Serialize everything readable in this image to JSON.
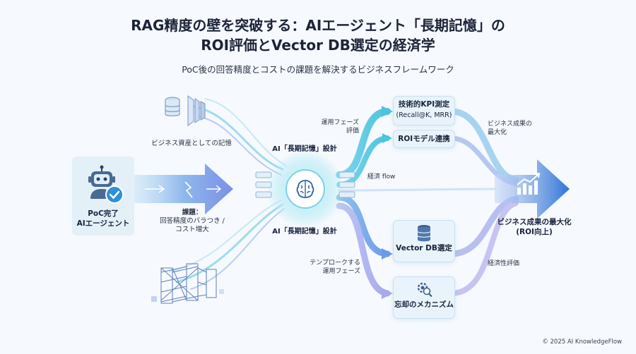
{
  "title_line1": "RAG精度の壁を突破する：AIエージェント「長期記憶」の",
  "title_line2": "ROI評価とVector DB選定の経済学",
  "subtitle": "PoC後の回答精度とコストの課題を解決するビジネスフレームワーク",
  "left": {
    "agent_line1": "PoC完了",
    "agent_line2": "AIエージェント",
    "issue_line1": "課題：",
    "issue_line2": "回答精度のバラつき /",
    "issue_line3": "コスト増大",
    "asset_label": "ビジネス資産としての記憶"
  },
  "center": {
    "design_top": "AI「長期記憶」設計",
    "design_bottom": "AI「長期記憶」設計"
  },
  "flows": {
    "ops_eval_line1": "運用フェーズ",
    "ops_eval_line2": "評価",
    "economic_flow": "経済 flow",
    "templock_line1": "テンプロークする",
    "templock_line2": "運用フェーズ"
  },
  "nodes": {
    "kpi_line1": "技術的KPI測定",
    "kpi_line2": "(Recall@K, MRR)",
    "roi_model": "ROIモデル連携",
    "vector_db": "Vector DB選定",
    "forgetting": "忘却のメカニズム"
  },
  "right": {
    "maximize_line1": "ビジネス成果の",
    "maximize_line2": "最大化",
    "econ_eval": "経済性評価",
    "result_line1": "ビジネス成果の最大化",
    "result_line2": "(ROI向上)"
  },
  "footer": "© 2025 AI KnowledgeFlow",
  "colors": {
    "accent_blue": "#3a7fd8",
    "accent_cyan": "#49c6e0",
    "accent_purple": "#8f8ee6",
    "check_blue": "#2f8fd8"
  },
  "icons": [
    "robot-icon",
    "check-icon",
    "database-icon",
    "brain-icon",
    "chart-icon",
    "gear-search-icon",
    "cube-tower-icon"
  ]
}
